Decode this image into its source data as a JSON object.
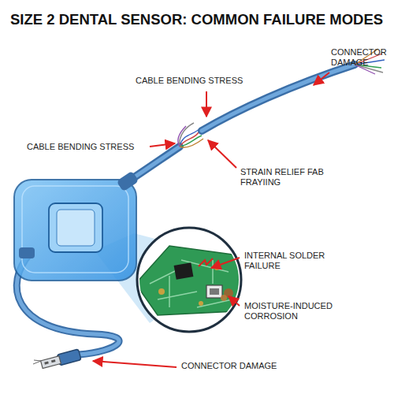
{
  "diagram": {
    "title": "SIZE 2 DENTAL SENSOR: COMMON FAILURE MODES",
    "labels": [
      "CONNECTOR DAMAGE",
      "CABLE BENDING STRESS",
      "CABLE BENDING STRESS",
      "STRAIN RELIEF FAB FRAYIING",
      "INTERNAL SOLDER FAILURE",
      "MOISTURE-INDUCED CORROSION",
      "CONNECTOR DAMAGE"
    ]
  }
}
